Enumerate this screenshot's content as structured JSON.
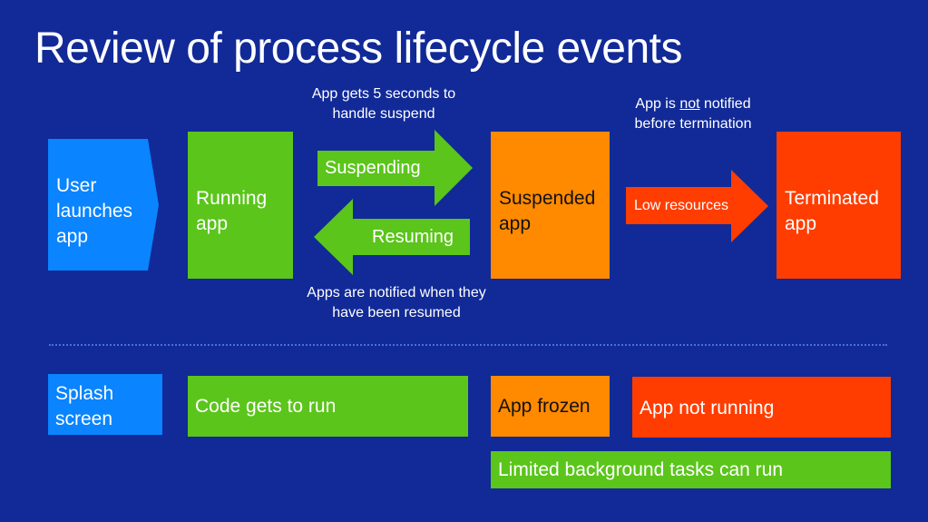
{
  "title": "Review of process lifecycle events",
  "notes": {
    "suspend_time": "App gets 5 seconds to handle suspend",
    "termination_prefix": "App is ",
    "termination_emphasis": "not",
    "termination_suffix": " notified before termination",
    "resume_notice": "Apps are notified when they have been resumed"
  },
  "states": {
    "launch": "User launches app",
    "running": "Running app",
    "suspended": "Suspended app",
    "terminated": "Terminated app"
  },
  "arrows": {
    "suspending": "Suspending",
    "resuming": "Resuming",
    "low_resources": "Low resources"
  },
  "phases": {
    "splash": "Splash screen",
    "code_runs": "Code gets to run",
    "frozen": "App frozen",
    "not_running": "App not running",
    "background": "Limited background tasks can run"
  },
  "colors": {
    "background": "#112a97",
    "blue": "#0a84ff",
    "green": "#5bc51b",
    "orange": "#ff8a00",
    "red": "#ff3d00"
  }
}
